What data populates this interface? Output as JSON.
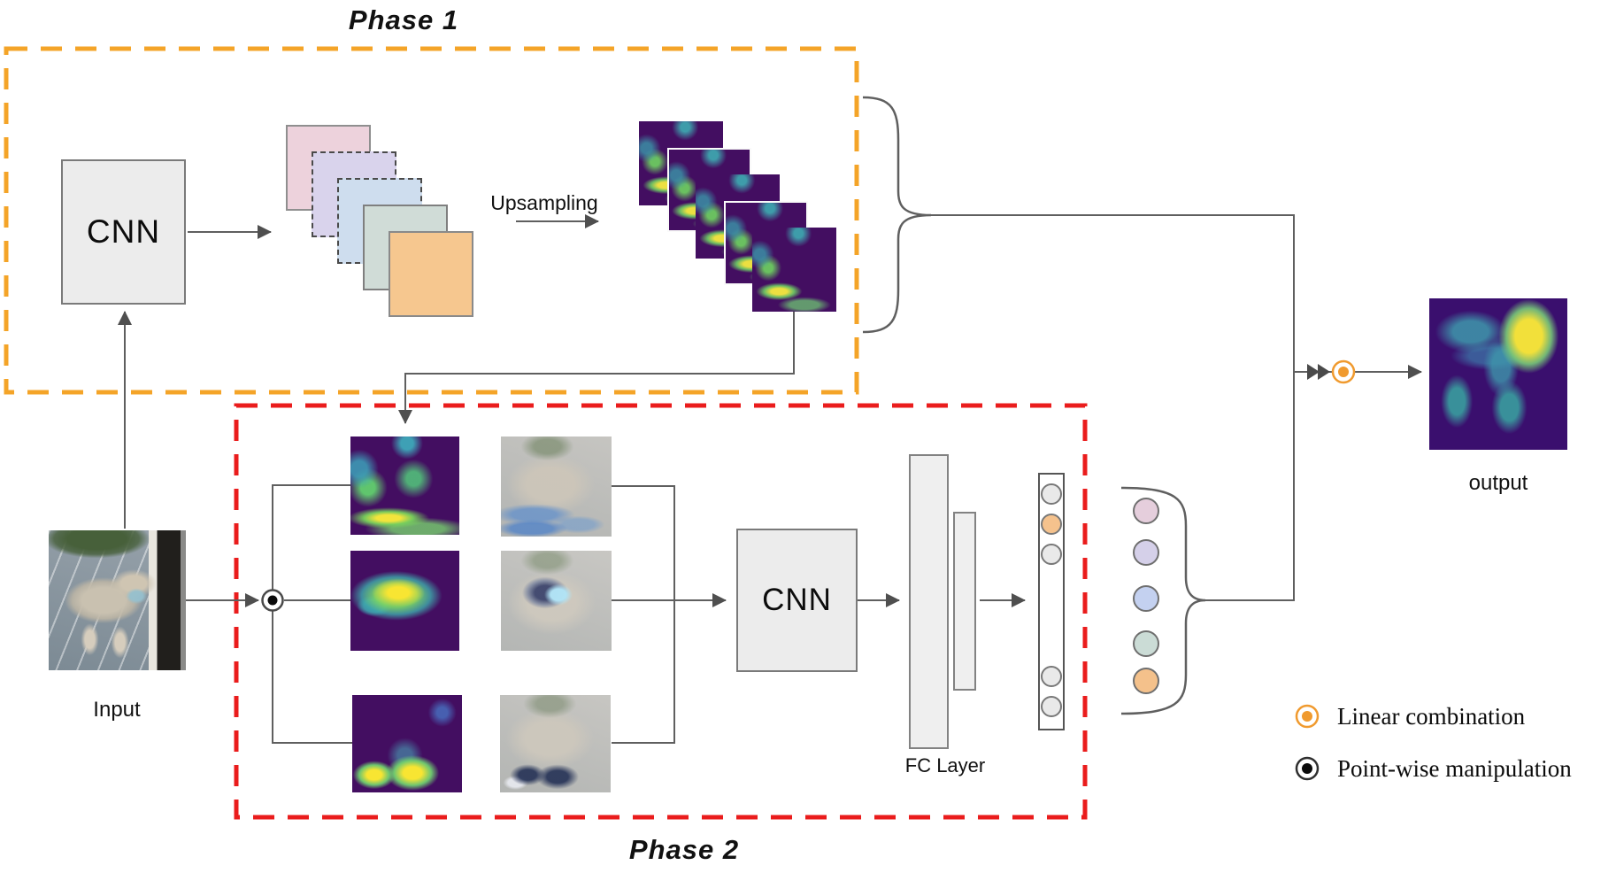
{
  "phase1": {
    "label": "Phase 1",
    "cnn_label": "CNN",
    "upsampling_label": "Upsampling",
    "box_color": "#F4A428",
    "feature_map_colors": [
      "#EDD2DC",
      "#D9D3EC",
      "#CEDDEE",
      "#D0DCD7",
      "#F6C78F"
    ],
    "saliency_map_count": 5
  },
  "phase2": {
    "label": "Phase 2",
    "cnn_label": "CNN",
    "fc_label": "FC Layer",
    "box_color": "#EA1C1C",
    "mask_row_count": 3,
    "neuron_colors": [
      "#E9E9E9",
      "#F5C28D",
      "#E9E9E9",
      "#E9E9E9",
      "#E9E9E9"
    ],
    "weight_circle_colors": [
      "#E5CEDC",
      "#D5D0E9",
      "#C4D1F0",
      "#CBDCD6",
      "#F4C18B"
    ]
  },
  "io": {
    "input_label": "Input",
    "output_label": "output"
  },
  "legend": {
    "items": [
      {
        "icon": "linear-combination-icon",
        "color": "#F09A2E",
        "label": "Linear combination"
      },
      {
        "icon": "point-wise-icon",
        "color": "#111111",
        "label": "Point-wise manipulation"
      }
    ]
  }
}
